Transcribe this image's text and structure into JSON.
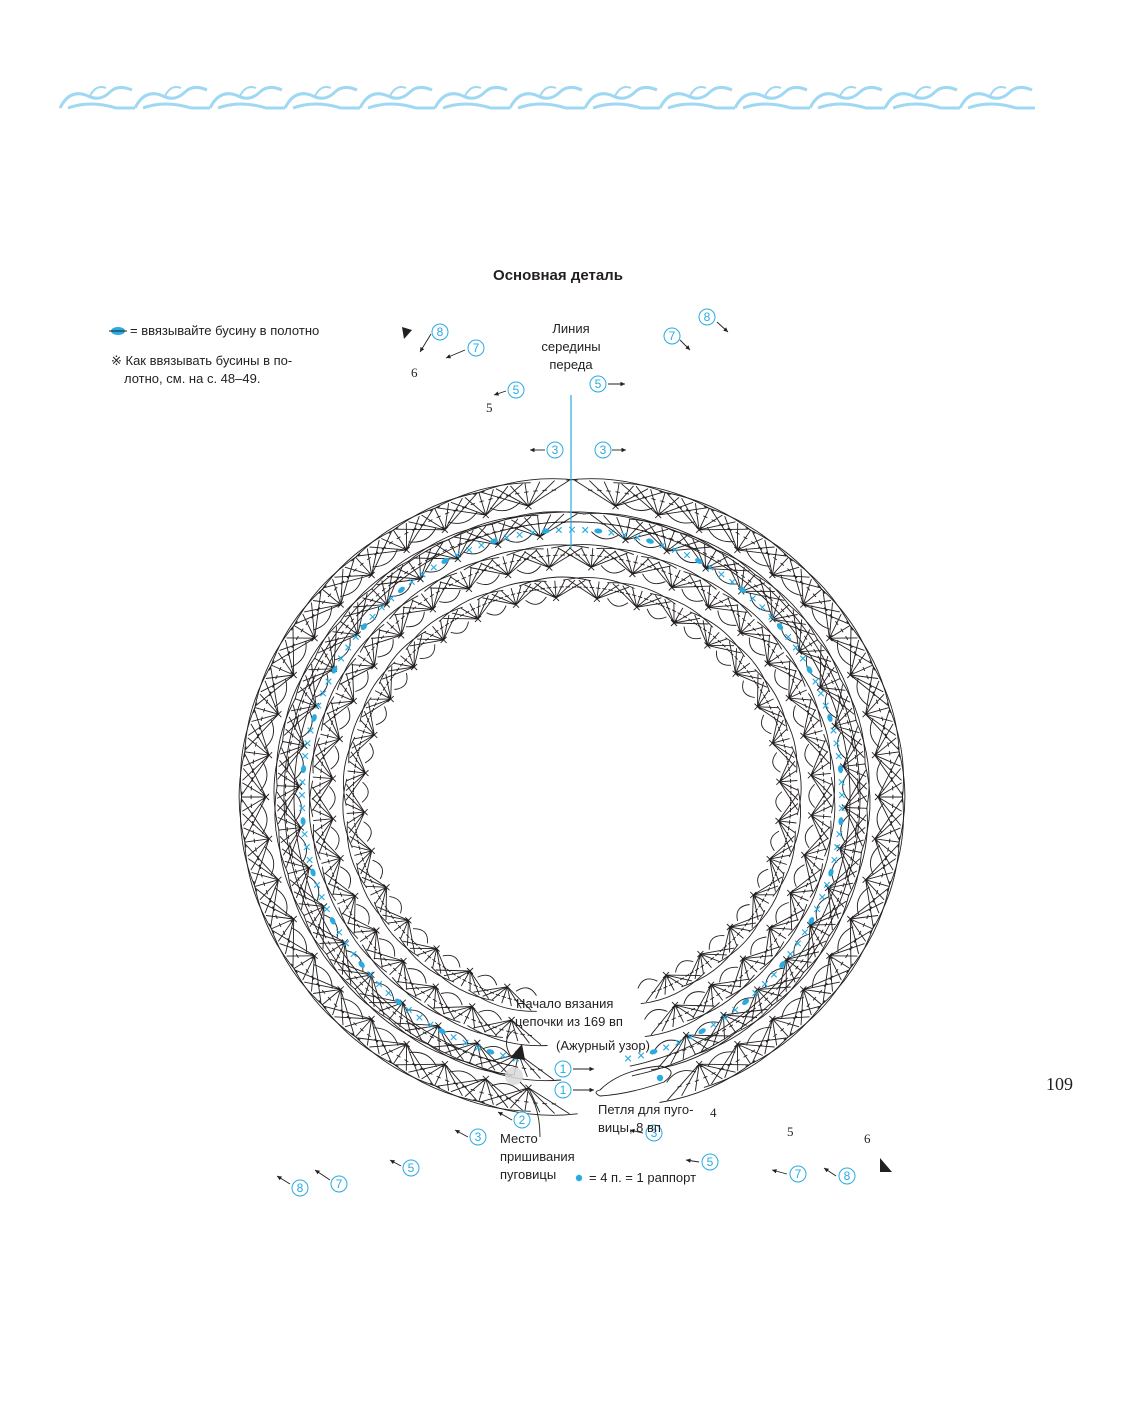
{
  "title": "Основная деталь",
  "legend": {
    "bead": "= ввязывайте бусину в полотно",
    "note_line1": "※ Как ввязывать бусины в по-",
    "note_line2": "лотно, см. на с. 48–49."
  },
  "labels": {
    "front_center_1": "Линия",
    "front_center_2": "середины",
    "front_center_3": "переда",
    "start_1": "Начало вязания",
    "start_2": "цепочки из 169 вп",
    "openwork": "(Ажурный узор)",
    "button_loop_1": "Петля для пуго-",
    "button_loop_2": "вицы, 8 вп",
    "button_place_1": "Место",
    "button_place_2": "пришивания",
    "button_place_3": "пуговицы",
    "repeat": "= 4 п. = 1 раппорт"
  },
  "rows": {
    "r1": "1",
    "r2": "2",
    "r3": "3",
    "r4": "4",
    "r5": "5",
    "r6": "6",
    "r7": "7",
    "r8": "8"
  },
  "page_number": "109",
  "colors": {
    "accent": "#29abe2",
    "ink": "#231f20",
    "ornament": "#9fd8f2"
  }
}
